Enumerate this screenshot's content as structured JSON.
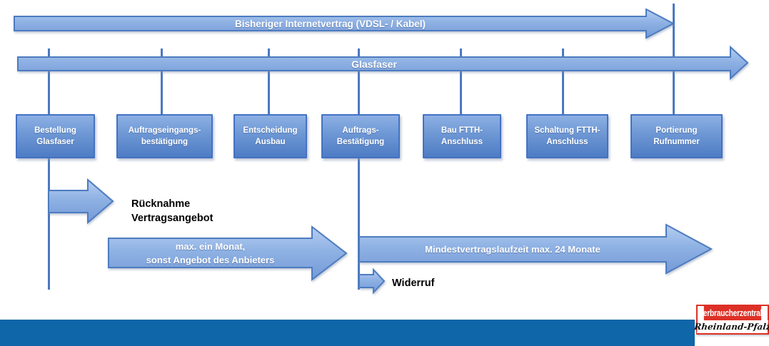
{
  "colors": {
    "arrow_fill_top": "#b5cdf0",
    "arrow_fill_bottom": "#7499d6",
    "arrow_border": "#4d7cc0",
    "box_fill_top": "#8db1e4",
    "box_fill_bottom": "#4e7cc4",
    "box_border": "#4472c4",
    "connector_line": "#4a78c2",
    "footer_bar_blue": "#0f66a8",
    "logo_red": "#dd3026"
  },
  "timelines": [
    {
      "label": "Bisheriger Internetvertrag (VDSL- / Kabel)"
    },
    {
      "label": "Glasfaser"
    }
  ],
  "milestones": [
    {
      "line1": "Bestellung",
      "line2": "Glasfaser"
    },
    {
      "line1": "Auftragseingangs-",
      "line2": "bestätigung"
    },
    {
      "line1": "Entscheidung",
      "line2": "Ausbau"
    },
    {
      "line1": "Auftrags-",
      "line2": "Bestätigung"
    },
    {
      "line1": "Bau FTTH-",
      "line2": "Anschluss"
    },
    {
      "line1": "Schaltung FTTH-",
      "line2": "Anschluss"
    },
    {
      "line1": "Portierung",
      "line2": "Rufnummer"
    }
  ],
  "spans": {
    "offer_period": {
      "line1": "max. ein Monat,",
      "line2": "sonst Angebot des Anbieters"
    },
    "min_term": {
      "label": "Mindestvertragslaufzeit max. 24 Monate"
    }
  },
  "annotations": {
    "ruecknahme": {
      "line1": "Rücknahme",
      "line2": "Vertragsangebot"
    },
    "widerruf": {
      "label": "Widerruf"
    }
  },
  "footer": {
    "logo_top": "verbraucherzentrale",
    "logo_bottom": "Rheinland-Pfalz"
  }
}
